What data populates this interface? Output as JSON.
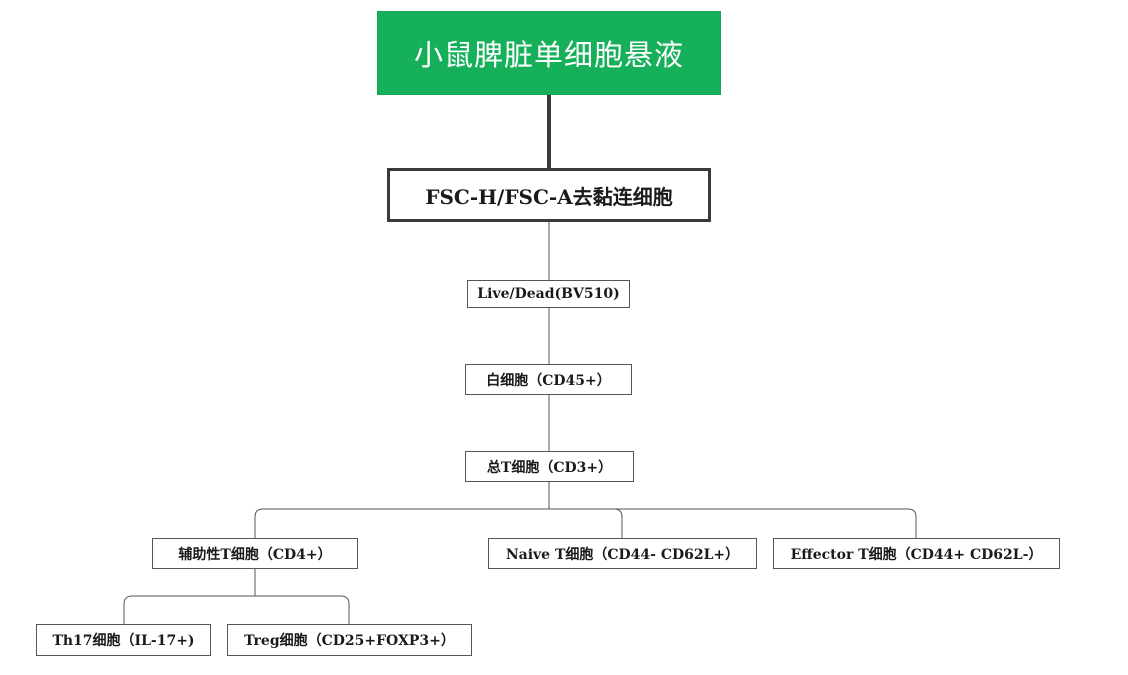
{
  "diagram": {
    "nodes": {
      "root": "小鼠脾脏单细胞悬液",
      "singlets": "FSC-H/FSC-A去黏连细胞",
      "live_dead": "Live/Dead(BV510)",
      "leukocytes": "白细胞（CD45+）",
      "total_t": "总T细胞（CD3+）",
      "helper_t": "辅助性T细胞（CD4+）",
      "naive_t": "Naive T细胞（CD44- CD62L+）",
      "effector_t": "Effector T细胞（CD44+ CD62L-）",
      "th17": "Th17细胞（IL-17+)",
      "treg": "Treg细胞（CD25+FOXP3+）"
    },
    "edges": [
      [
        "root",
        "singlets"
      ],
      [
        "singlets",
        "live_dead"
      ],
      [
        "live_dead",
        "leukocytes"
      ],
      [
        "leukocytes",
        "total_t"
      ],
      [
        "total_t",
        "helper_t"
      ],
      [
        "total_t",
        "naive_t"
      ],
      [
        "total_t",
        "effector_t"
      ],
      [
        "helper_t",
        "th17"
      ],
      [
        "helper_t",
        "treg"
      ]
    ],
    "colors": {
      "root_fill": "#17b05a",
      "root_text": "#ffffff",
      "line": "#555555",
      "thick_line": "#3a3a3a"
    }
  }
}
